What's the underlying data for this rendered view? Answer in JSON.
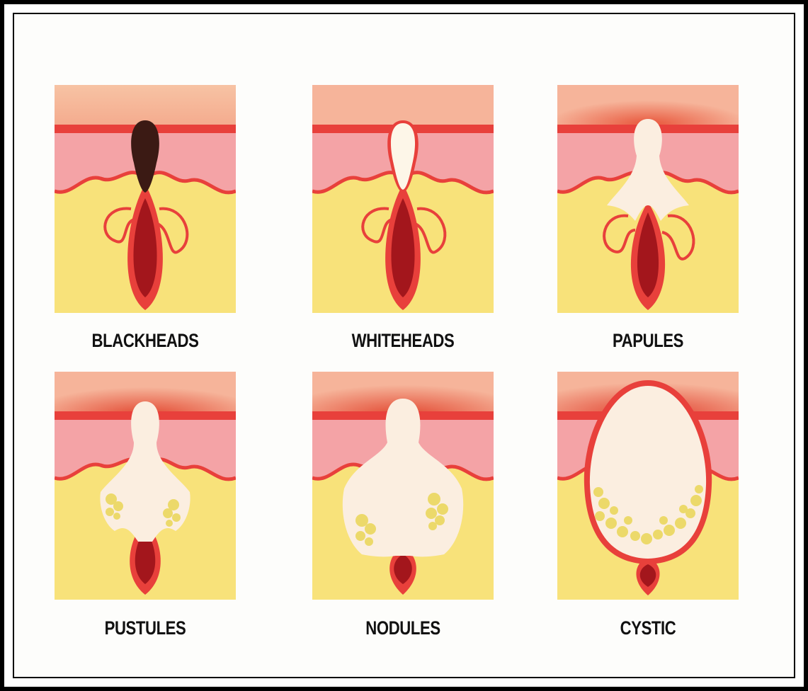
{
  "colors": {
    "border": "#000000",
    "epidermis_top": "#f7b89a",
    "dermis": "#f4a3a6",
    "fat": "#f8e27a",
    "vessel_red": "#e8403b",
    "follicle_dark": "#a3161c",
    "blackhead": "#3b1a14",
    "pus": "#fdf6e8",
    "sebum_yellow": "#ecd96a",
    "inflammation": "#e85b3a"
  },
  "stages": [
    {
      "id": "blackheads",
      "label": "BLACKHEADS",
      "icon": "blackhead-icon"
    },
    {
      "id": "whiteheads",
      "label": "WHITEHEADS",
      "icon": "whitehead-icon"
    },
    {
      "id": "papules",
      "label": "PAPULES",
      "icon": "papule-icon"
    },
    {
      "id": "pustules",
      "label": "PUSTULES",
      "icon": "pustule-icon"
    },
    {
      "id": "nodules",
      "label": "NODULES",
      "icon": "nodule-icon"
    },
    {
      "id": "cystic",
      "label": "CYSTIC",
      "icon": "cyst-icon"
    }
  ]
}
